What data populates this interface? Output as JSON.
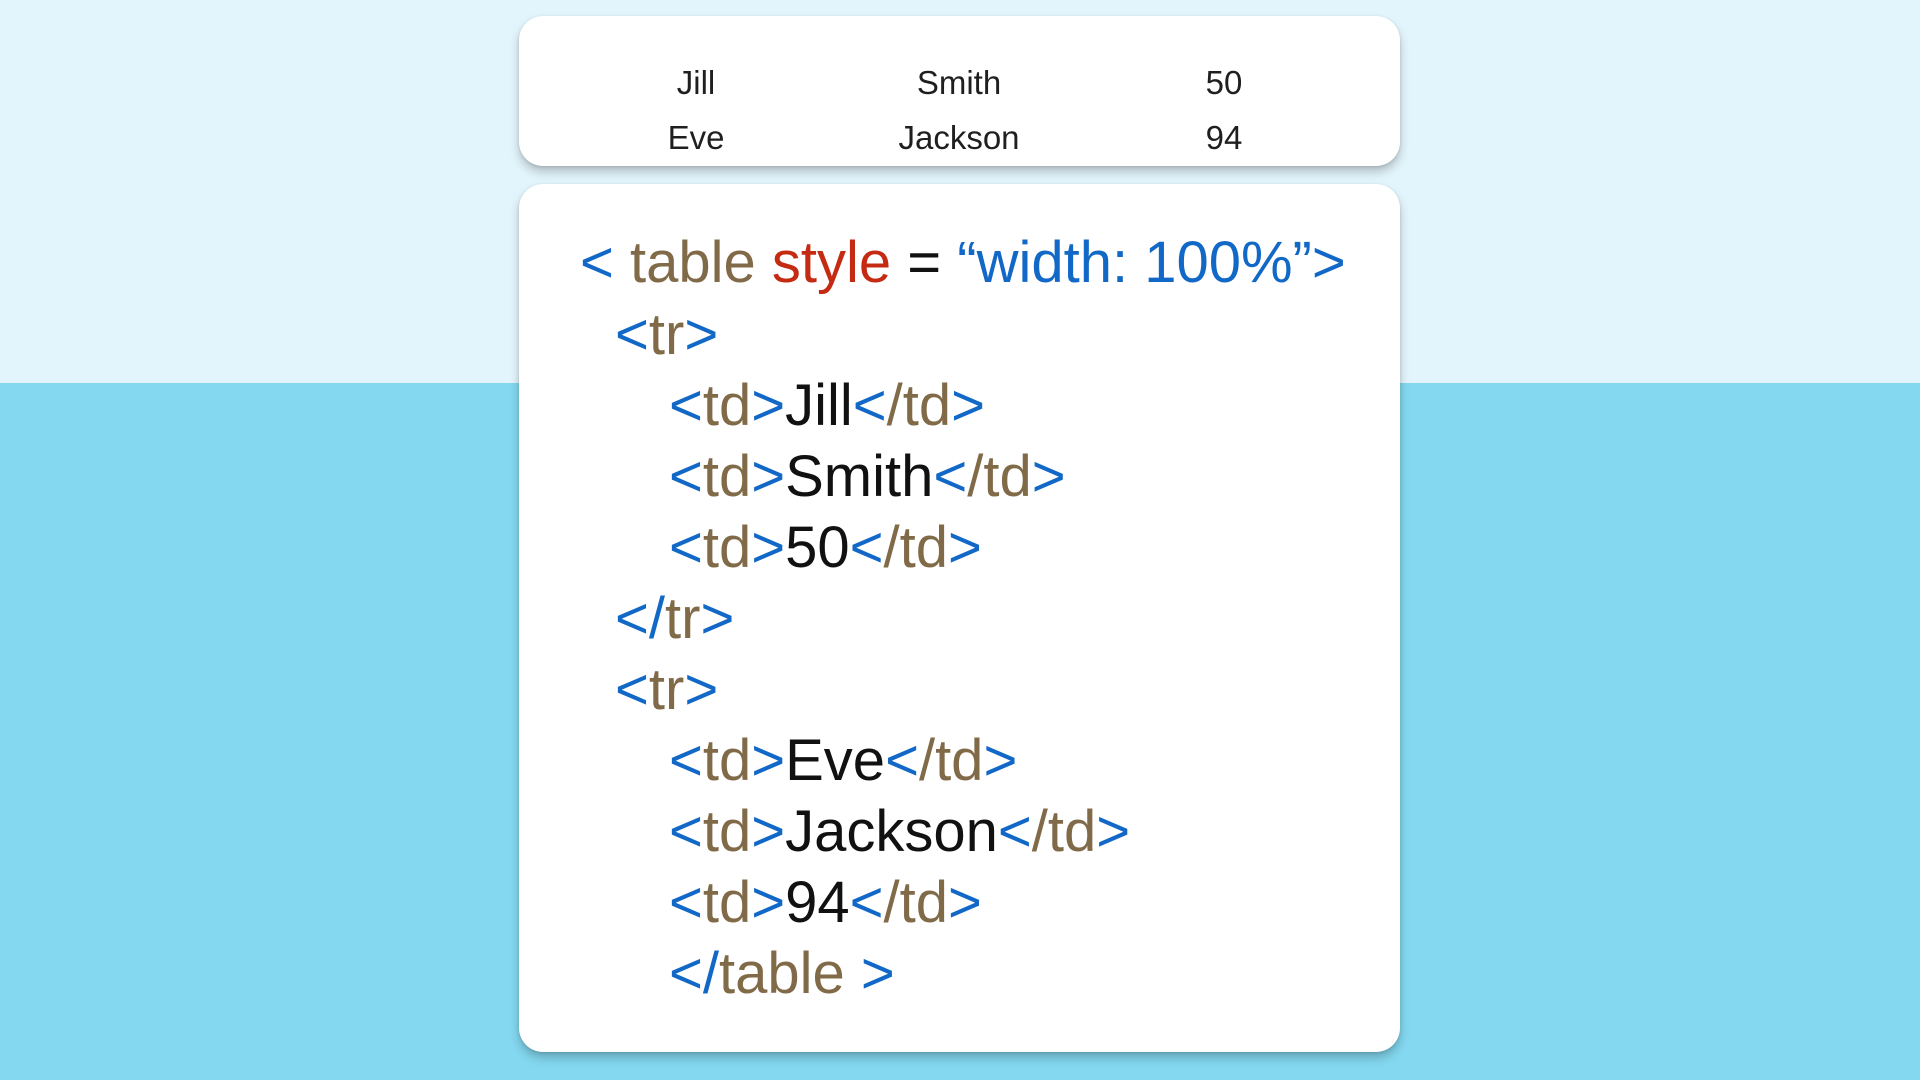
{
  "preview_table": {
    "rows": [
      {
        "cells": [
          "Jill",
          "Smith",
          "50"
        ]
      },
      {
        "cells": [
          "Eve",
          "Jackson",
          "94"
        ]
      }
    ]
  },
  "code": {
    "lines": [
      [
        {
          "t": "< ",
          "k": "tag"
        },
        {
          "t": "table ",
          "k": "name"
        },
        {
          "t": "style",
          "k": "attr"
        },
        {
          "t": " = ",
          "k": "text"
        },
        {
          "t": "“width: 100%”",
          "k": "str"
        },
        {
          "t": ">",
          "k": "tag"
        }
      ],
      [
        {
          "t": "<",
          "k": "tag"
        },
        {
          "t": "tr",
          "k": "name"
        },
        {
          "t": ">",
          "k": "tag"
        }
      ],
      [
        {
          "t": "<",
          "k": "tag"
        },
        {
          "t": "td",
          "k": "name"
        },
        {
          "t": ">",
          "k": "tag"
        },
        {
          "t": "Jill",
          "k": "text"
        },
        {
          "t": "<",
          "k": "tag"
        },
        {
          "t": "/td",
          "k": "name"
        },
        {
          "t": ">",
          "k": "tag"
        }
      ],
      [
        {
          "t": "<",
          "k": "tag"
        },
        {
          "t": "td",
          "k": "name"
        },
        {
          "t": ">",
          "k": "tag"
        },
        {
          "t": "Smith",
          "k": "text"
        },
        {
          "t": "<",
          "k": "tag"
        },
        {
          "t": "/td",
          "k": "name"
        },
        {
          "t": ">",
          "k": "tag"
        }
      ],
      [
        {
          "t": "<",
          "k": "tag"
        },
        {
          "t": "td",
          "k": "name"
        },
        {
          "t": ">",
          "k": "tag"
        },
        {
          "t": "50",
          "k": "text"
        },
        {
          "t": "<",
          "k": "tag"
        },
        {
          "t": "/td",
          "k": "name"
        },
        {
          "t": ">",
          "k": "tag"
        }
      ],
      [
        {
          "t": "</",
          "k": "tag"
        },
        {
          "t": "tr",
          "k": "name"
        },
        {
          "t": ">",
          "k": "tag"
        }
      ],
      [
        {
          "t": "<",
          "k": "tag"
        },
        {
          "t": "tr",
          "k": "name"
        },
        {
          "t": ">",
          "k": "tag"
        }
      ],
      [
        {
          "t": "<",
          "k": "tag"
        },
        {
          "t": "td",
          "k": "name"
        },
        {
          "t": ">",
          "k": "tag"
        },
        {
          "t": "Eve",
          "k": "text"
        },
        {
          "t": "<",
          "k": "tag"
        },
        {
          "t": "/td",
          "k": "name"
        },
        {
          "t": ">",
          "k": "tag"
        }
      ],
      [
        {
          "t": "<",
          "k": "tag"
        },
        {
          "t": "td",
          "k": "name"
        },
        {
          "t": ">",
          "k": "tag"
        },
        {
          "t": "Jackson",
          "k": "text"
        },
        {
          "t": "<",
          "k": "tag"
        },
        {
          "t": "/td",
          "k": "name"
        },
        {
          "t": ">",
          "k": "tag"
        }
      ],
      [
        {
          "t": "<",
          "k": "tag"
        },
        {
          "t": "td",
          "k": "name"
        },
        {
          "t": ">",
          "k": "tag"
        },
        {
          "t": "94",
          "k": "text"
        },
        {
          "t": "<",
          "k": "tag"
        },
        {
          "t": "/td",
          "k": "name"
        },
        {
          "t": ">",
          "k": "tag"
        }
      ],
      [
        {
          "t": "</",
          "k": "tag"
        },
        {
          "t": "table",
          "k": "name"
        },
        {
          "t": " >",
          "k": "tag"
        }
      ]
    ]
  },
  "colors": {
    "background_top": "#e3f5fc",
    "background_bottom": "#84d8f0",
    "card": "#ffffff",
    "tag_punctuation": "#1268c6",
    "tag_name": "#806a48",
    "attribute": "#c42b12",
    "string": "#1268c6",
    "content_text": "#111111"
  }
}
